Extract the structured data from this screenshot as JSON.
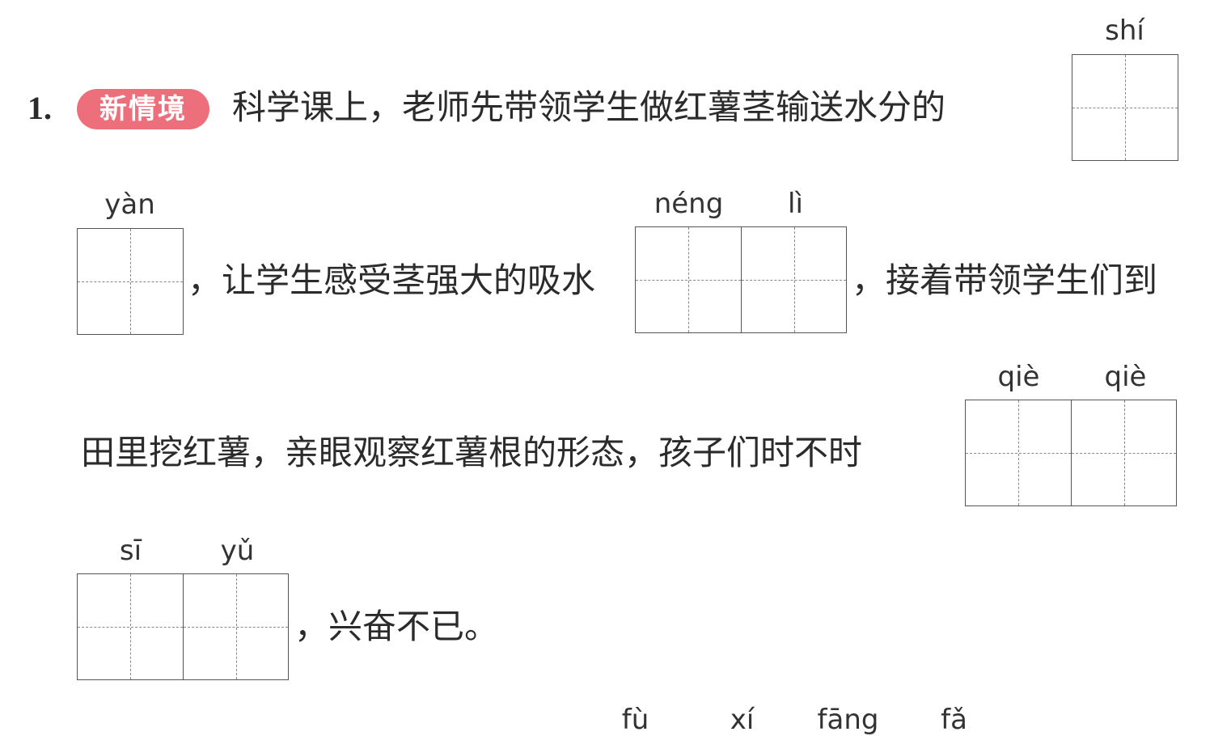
{
  "question": {
    "number": "1.",
    "badge": "新情境",
    "line1": "科学课上，老师先带领学生做红薯茎输送水分的",
    "line2a": "，让学生感受茎强大的吸水",
    "line2b": "，接着带领学生们到",
    "line3": "田里挖红薯，亲眼观察红薯根的形态，孩子们时不时",
    "line4": "，兴奋不已。"
  },
  "pinyin": {
    "shi": "shí",
    "yan": "yàn",
    "neng": "néng",
    "li": "lì",
    "qie1": "qiè",
    "qie2": "qiè",
    "si": "sī",
    "yu": "yǔ",
    "next_fu": "fù",
    "next_xi": "xí",
    "next_fang": "fāng",
    "next_fa": "fǎ"
  }
}
